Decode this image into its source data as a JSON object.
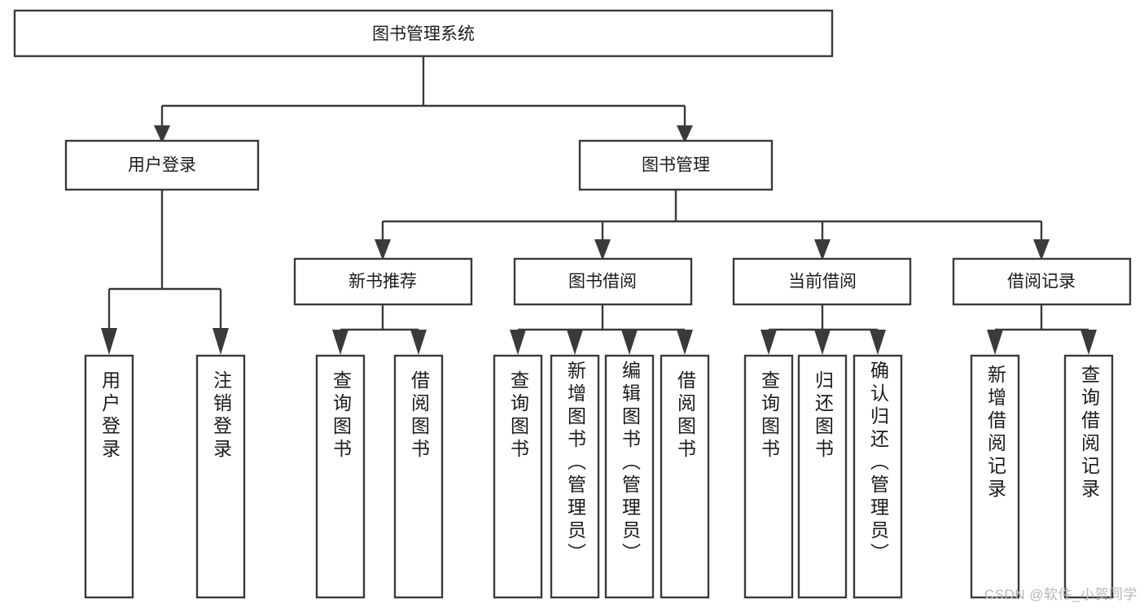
{
  "diagram": {
    "title": "图书管理系统",
    "type": "tree-hierarchy-diagram",
    "orientation": "top-down",
    "colors": {
      "box_stroke": "#3a3a3a",
      "box_fill": "#ffffff",
      "connector": "#3a3a3a",
      "text": "#1b1b1b",
      "background": "#ffffff",
      "watermark": "#b8b8b8"
    },
    "root": {
      "label": "图书管理系统"
    },
    "level2": [
      {
        "label": "用户登录"
      },
      {
        "label": "图书管理"
      }
    ],
    "level3": [
      {
        "label": "新书推荐"
      },
      {
        "label": "图书借阅"
      },
      {
        "label": "当前借阅"
      },
      {
        "label": "借阅记录"
      }
    ],
    "leaves": {
      "user_login": [
        {
          "label": "用户登录"
        },
        {
          "label": "注销登录"
        }
      ],
      "new_book_recommend": [
        {
          "label": "查询图书"
        },
        {
          "label": "借阅图书"
        }
      ],
      "book_borrow": [
        {
          "label": "查询图书"
        },
        {
          "label": "新增图书（管理员）"
        },
        {
          "label": "编辑图书（管理员）"
        },
        {
          "label": "借阅图书"
        }
      ],
      "current_borrow": [
        {
          "label": "查询图书"
        },
        {
          "label": "归还图书"
        },
        {
          "label": "确认归还（管理员）"
        }
      ],
      "borrow_record": [
        {
          "label": "新增借阅记录"
        },
        {
          "label": "查询借阅记录"
        }
      ]
    }
  },
  "watermark": {
    "text": "CSDN @软件_小贺同学"
  }
}
